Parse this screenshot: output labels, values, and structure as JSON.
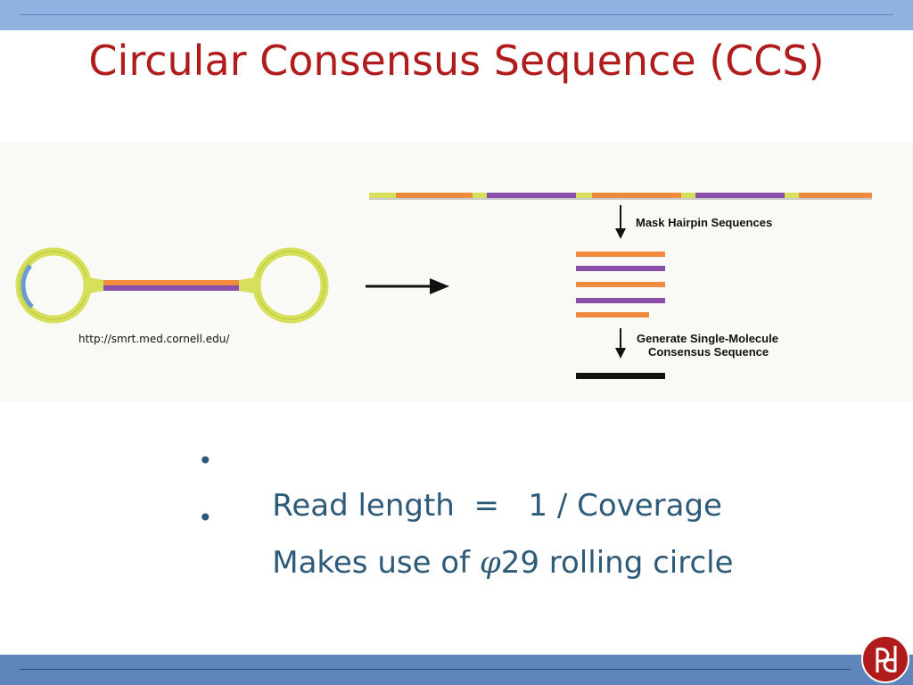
{
  "slide": {
    "title": "Circular Consensus Sequence (CCS)",
    "source_url": "http://smrt.med.cornell.edu/",
    "bullets": [
      {
        "text_before": "Read length  =   1 / Coverage",
        "symbol": "",
        "text_after": ""
      },
      {
        "text_before": "Makes use of ",
        "symbol": "φ",
        "text_after": "29 rolling circle"
      }
    ],
    "bullet_glyph": "•"
  },
  "figure": {
    "step1_label": "Mask Hairpin Sequences",
    "step2_label_line1": "Generate Single-Molecule",
    "step2_label_line2": "Consensus Sequence",
    "icons": [
      "smrtbell-diagram",
      "right-arrow-icon",
      "down-arrow-icon"
    ]
  },
  "colors": {
    "title_red": "#b01c1c",
    "bullet_blue": "#2d5a78",
    "top_bar": "#8fb3e0",
    "bottom_bar": "#5e86bd",
    "adapter_yellow": "#d6e05a",
    "strand_orange": "#f08a3c",
    "strand_purple": "#8a4fa8"
  }
}
